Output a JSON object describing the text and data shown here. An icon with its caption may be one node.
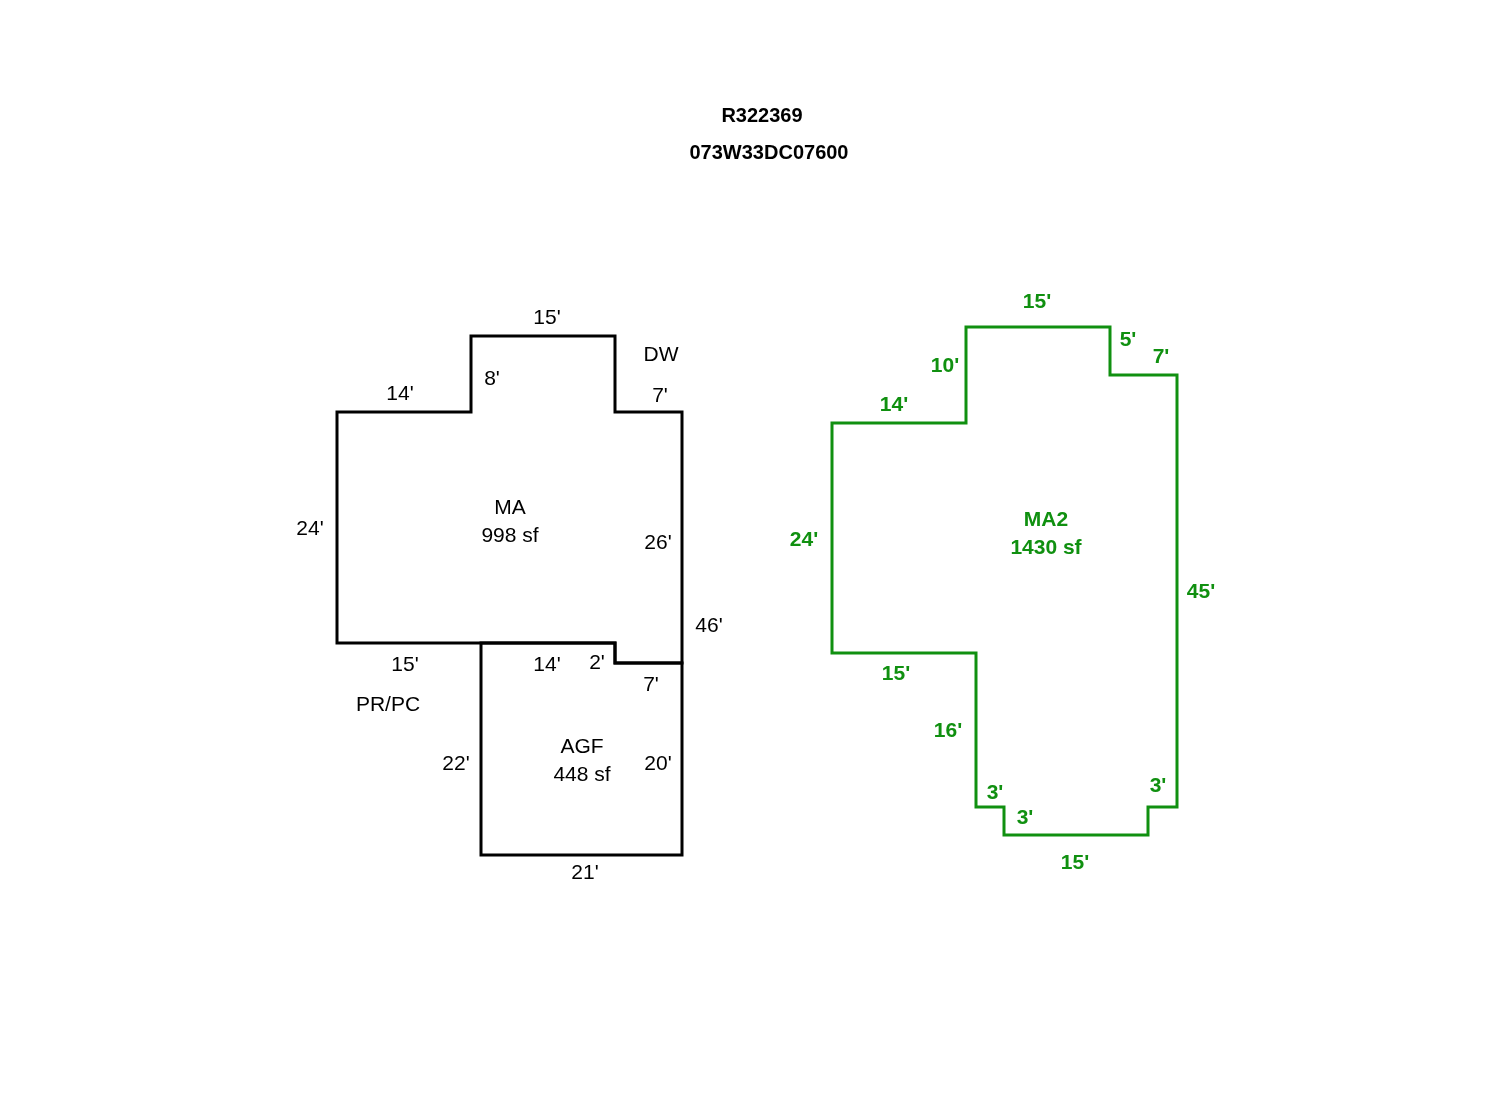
{
  "diagram": {
    "title": "R322369",
    "nodes": [
      {
        "text": [
          "MA",
          "998 sf"
        ]
      },
      {
        "text": [
          "AGF",
          "448 sf"
        ]
      },
      {
        "text": [
          "MA2",
          "1430 sf"
        ]
      }
    ],
    "labels": [
      "073W33DC07600",
      "15'",
      "15'",
      "5'",
      "DW",
      "7'",
      "10'",
      "8'",
      "14'",
      "7'",
      "14'",
      "24'",
      "24'",
      "26'",
      "45'",
      "46'",
      "2'",
      "15'",
      "14'",
      "15'",
      "7'",
      "PR/PC",
      "16'",
      "22'",
      "20'",
      "3'",
      "3'",
      "3'",
      "15'",
      "21'"
    ]
  }
}
